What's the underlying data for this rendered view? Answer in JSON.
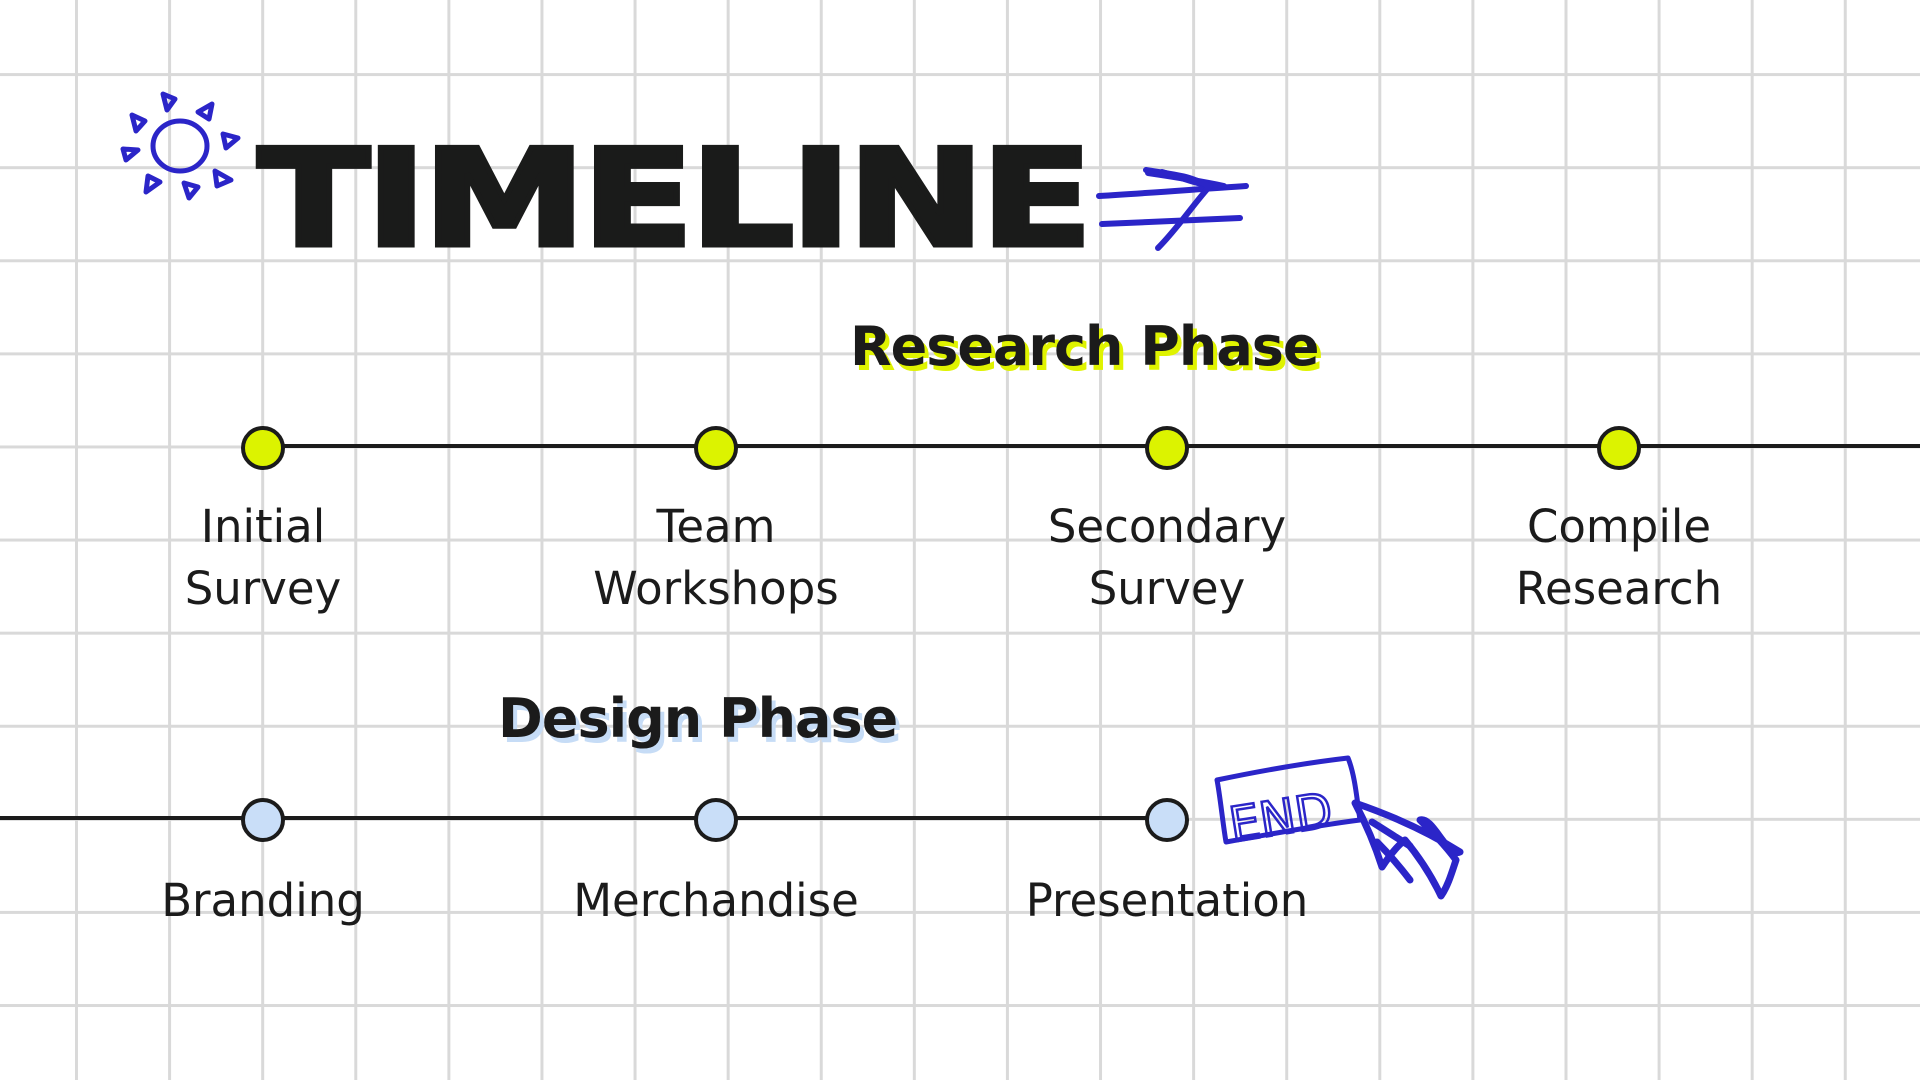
{
  "title": "TIMELINE",
  "colors": {
    "ink": "#1b1b1b",
    "grid": "#d9d9d9",
    "research_accent": "#dcf300",
    "design_accent": "#c9def8",
    "doodle_blue": "#2b25c8"
  },
  "research": {
    "title": "Research Phase",
    "milestones": [
      {
        "line1": "Initial",
        "line2": "Survey"
      },
      {
        "line1": "Team",
        "line2": "Workshops"
      },
      {
        "line1": "Secondary",
        "line2": "Survey"
      },
      {
        "line1": "Compile",
        "line2": "Research"
      }
    ]
  },
  "design": {
    "title": "Design Phase",
    "milestones": [
      {
        "line1": "Branding"
      },
      {
        "line1": "Merchandise"
      },
      {
        "line1": "Presentation"
      }
    ]
  },
  "doodles": {
    "end_label": "END",
    "icons": [
      "sun-icon",
      "double-arrow-icon",
      "cursor-arrow-icon"
    ]
  }
}
